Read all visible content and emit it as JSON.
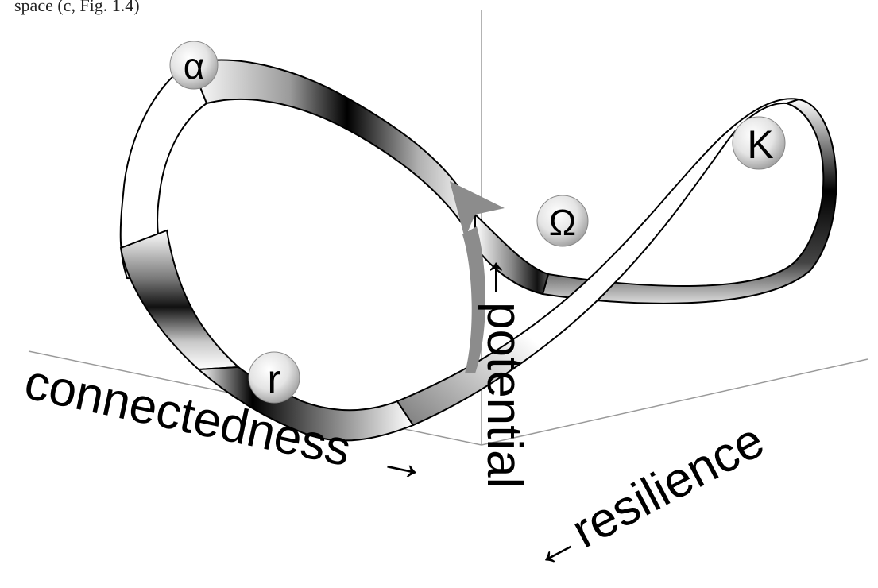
{
  "caption": "space (c, Fig. 1.4)",
  "phases": {
    "alpha": "α",
    "r": "r",
    "K": "K",
    "omega": "Ω"
  },
  "axes": {
    "connectedness": "connectedness",
    "potential": "potential",
    "resilience": "resilience"
  },
  "arrows": {
    "connectedness_arrow": "→",
    "potential_arrow": "←",
    "resilience_arrow": "←"
  },
  "colors": {
    "ribbon_edge": "#000000",
    "ribbon_light": "#ffffff",
    "ribbon_dark": "#000000",
    "axis_line": "#888888",
    "flow_arrow": "#8c8c8c"
  }
}
